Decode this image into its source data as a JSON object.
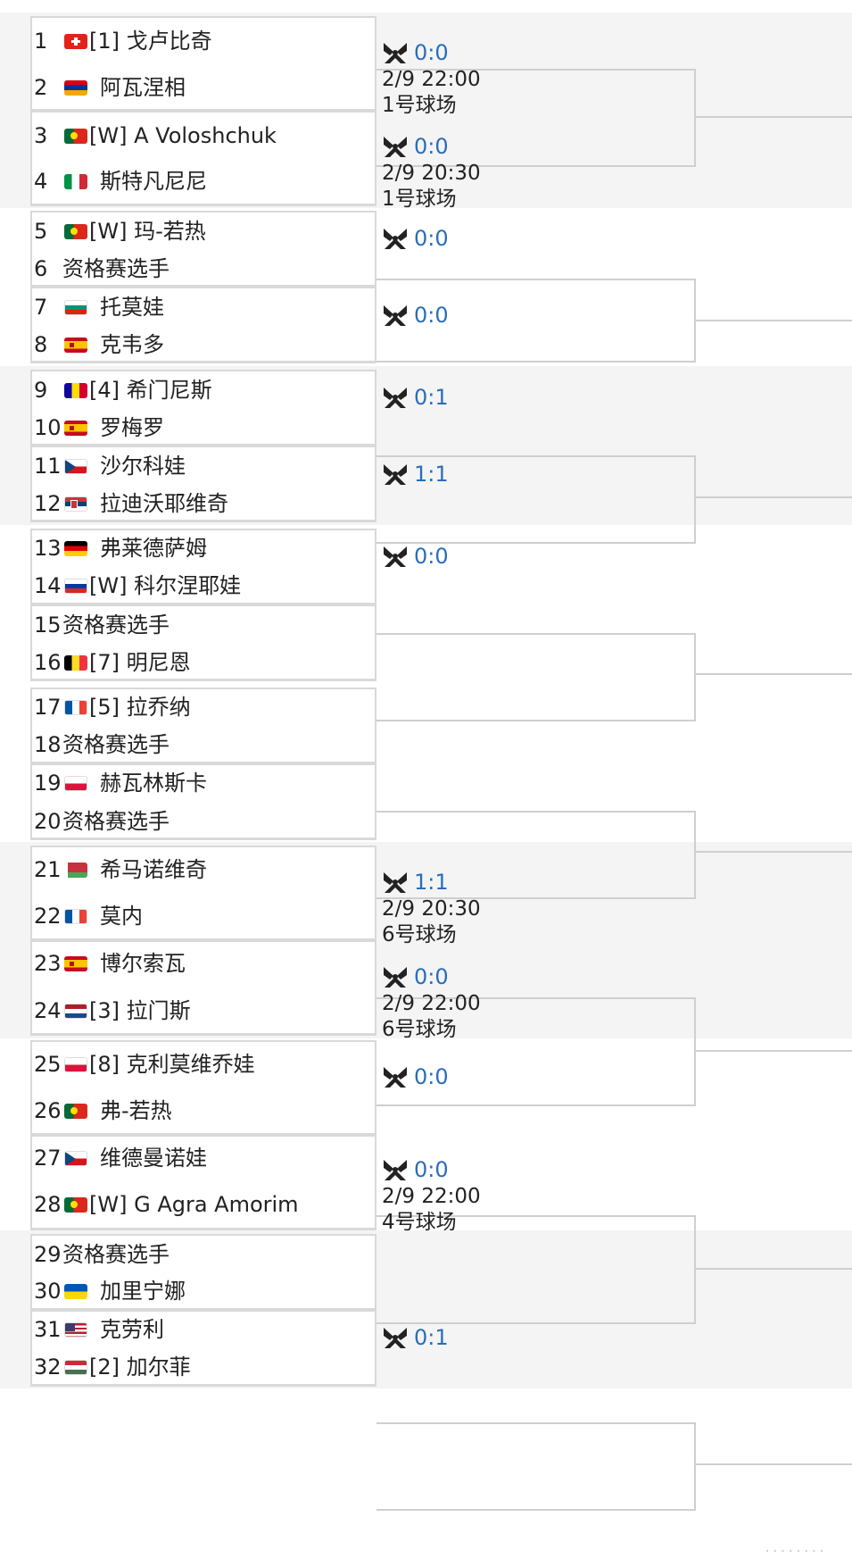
{
  "groups": [
    {
      "players": [
        {
          "num": "1",
          "flag": "switzerland",
          "name": "[1] 戈卢比奇"
        },
        {
          "num": "2",
          "flag": "armenia",
          "name": "阿瓦涅相"
        },
        {
          "num": "3",
          "flag": "portugal",
          "name": "[W] A Voloshchuk"
        },
        {
          "num": "4",
          "flag": "italy",
          "name": "斯特凡尼尼"
        }
      ],
      "matches": [
        {
          "score": "0:0",
          "time": "2/9 22:00",
          "court": "1号球场"
        },
        {
          "score": "0:0",
          "time": "2/9 20:30",
          "court": "1号球场"
        }
      ]
    },
    {
      "players": [
        {
          "num": "5",
          "flag": "portugal",
          "name": "[W] 玛-若热"
        },
        {
          "num": "6",
          "flag": "none",
          "name": "资格赛选手"
        },
        {
          "num": "7",
          "flag": "bulgaria",
          "name": "托莫娃"
        },
        {
          "num": "8",
          "flag": "spain",
          "name": "克韦多"
        }
      ],
      "matches": [
        {
          "score": "0:0"
        },
        {
          "score": "0:0"
        }
      ]
    },
    {
      "players": [
        {
          "num": "9",
          "flag": "andorra",
          "name": "[4] 希门尼斯"
        },
        {
          "num": "10",
          "flag": "spain",
          "name": "罗梅罗"
        },
        {
          "num": "11",
          "flag": "czech",
          "name": "沙尔科娃"
        },
        {
          "num": "12",
          "flag": "serbia",
          "name": "拉迪沃耶维奇"
        }
      ],
      "matches": [
        {
          "score": "0:1"
        },
        {
          "score": "1:1"
        }
      ]
    },
    {
      "players": [
        {
          "num": "13",
          "flag": "germany",
          "name": "弗莱德萨姆"
        },
        {
          "num": "14",
          "flag": "russia",
          "name": "[W] 科尔涅耶娃"
        },
        {
          "num": "15",
          "flag": "none",
          "name": "资格赛选手"
        },
        {
          "num": "16",
          "flag": "belgium",
          "name": "[7] 明尼恩"
        }
      ],
      "matches": [
        {
          "score": "0:0"
        }
      ]
    },
    {
      "players": [
        {
          "num": "17",
          "flag": "france",
          "name": "[5] 拉乔纳"
        },
        {
          "num": "18",
          "flag": "none",
          "name": "资格赛选手"
        },
        {
          "num": "19",
          "flag": "poland",
          "name": "赫瓦林斯卡"
        },
        {
          "num": "20",
          "flag": "none",
          "name": "资格赛选手"
        }
      ],
      "matches": []
    },
    {
      "players": [
        {
          "num": "21",
          "flag": "belarus",
          "name": "希马诺维奇"
        },
        {
          "num": "22",
          "flag": "france",
          "name": "莫内"
        },
        {
          "num": "23",
          "flag": "spain",
          "name": "博尔索瓦"
        },
        {
          "num": "24",
          "flag": "netherlands",
          "name": "[3] 拉门斯"
        }
      ],
      "matches": [
        {
          "score": "1:1",
          "time": "2/9 20:30",
          "court": "6号球场"
        },
        {
          "score": "0:0",
          "time": "2/9 22:00",
          "court": "6号球场"
        }
      ]
    },
    {
      "players": [
        {
          "num": "25",
          "flag": "poland",
          "name": "[8] 克利莫维乔娃"
        },
        {
          "num": "26",
          "flag": "portugal",
          "name": "弗-若热"
        },
        {
          "num": "27",
          "flag": "czech",
          "name": "维德曼诺娃"
        },
        {
          "num": "28",
          "flag": "portugal",
          "name": "[W] G Agra Amorim"
        }
      ],
      "matches": [
        {
          "score": "0:0"
        },
        {
          "score": "0:0",
          "time": "2/9 22:00",
          "court": "4号球场"
        }
      ]
    },
    {
      "players": [
        {
          "num": "29",
          "flag": "none",
          "name": "资格赛选手"
        },
        {
          "num": "30",
          "flag": "ukraine",
          "name": "加里宁娜"
        },
        {
          "num": "31",
          "flag": "usa",
          "name": "克劳利"
        },
        {
          "num": "32",
          "flag": "hungary",
          "name": "[2] 加尔菲"
        }
      ],
      "matches": [
        {
          "score": "0:1"
        }
      ]
    }
  ],
  "watermark": "........"
}
